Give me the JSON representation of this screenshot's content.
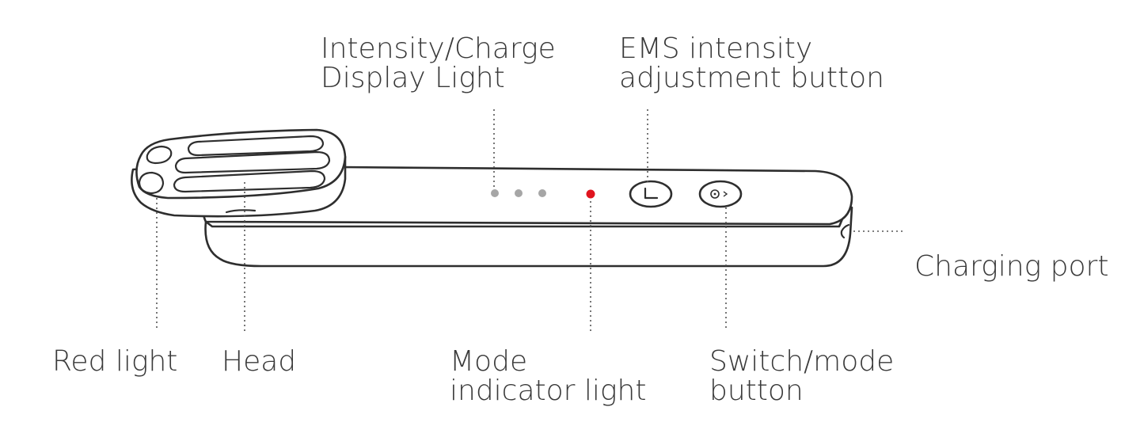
{
  "labels": {
    "intensity_display_line1": "Intensity/Charge",
    "intensity_display_line2": "Display Light",
    "ems_line1": "EMS intensity",
    "ems_line2": "adjustment button",
    "charging_port": "Charging port",
    "red_light": "Red light",
    "head": "Head",
    "mode_indicator_line1": "Mode",
    "mode_indicator_line2": "indicator light",
    "switch_mode_line1": "Switch/mode",
    "switch_mode_line2": "button"
  },
  "colors": {
    "mode_indicator_light": "#e0141e",
    "intensity_dots": "#a6a6a6",
    "outline": "#2e2e2e",
    "text": "#3a3a3a"
  },
  "icons": {
    "ems_button": "ems-symbol-icon",
    "switch_button": "power-mode-icon"
  }
}
